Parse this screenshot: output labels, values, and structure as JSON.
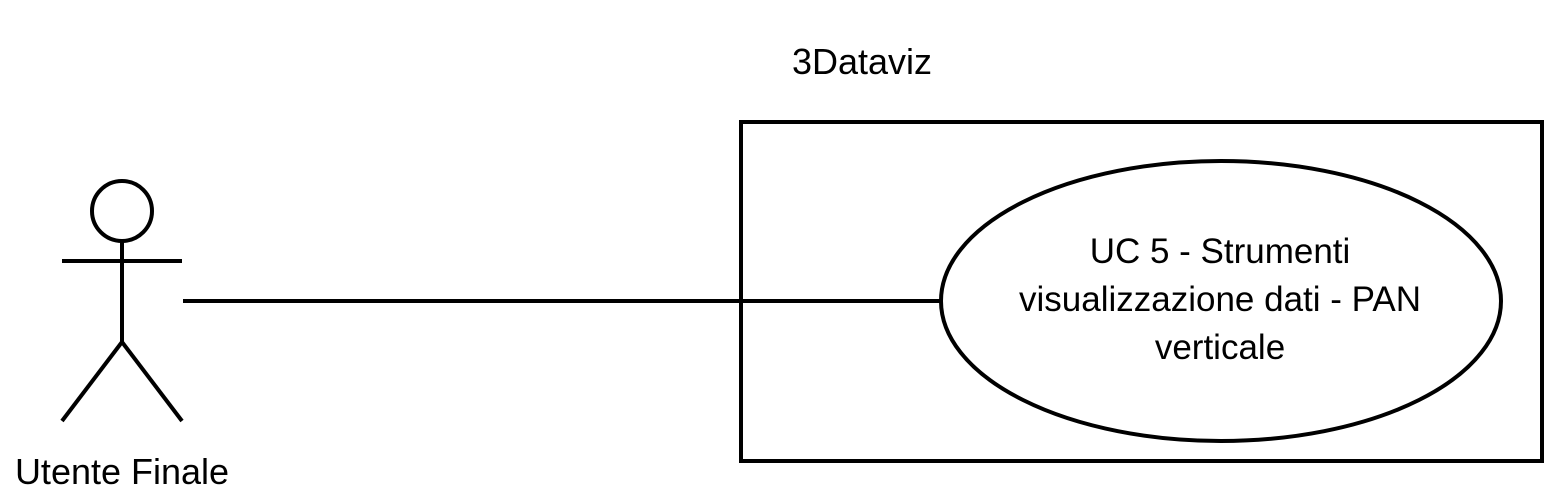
{
  "system": {
    "title": "3Dataviz"
  },
  "actor": {
    "name": "Utente Finale"
  },
  "use_case": {
    "lines": [
      "UC 5 - Strumenti",
      "visualizzazione dati - PAN",
      "verticale"
    ]
  },
  "colors": {
    "stroke": "#000000",
    "background": "#ffffff"
  }
}
